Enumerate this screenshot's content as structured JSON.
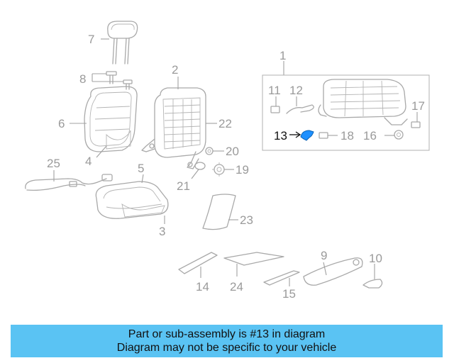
{
  "parts": {
    "p1": "1",
    "p2": "2",
    "p3": "3",
    "p4": "4",
    "p5": "5",
    "p6": "6",
    "p7": "7",
    "p8": "8",
    "p9": "9",
    "p10": "10",
    "p11": "11",
    "p12": "12",
    "p13": "13",
    "p14": "14",
    "p15": "15",
    "p16": "16",
    "p17": "17",
    "p18": "18",
    "p19": "19",
    "p20": "20",
    "p21": "21",
    "p22": "22",
    "p23": "23",
    "p24": "24",
    "p25": "25"
  },
  "highlight": {
    "part": "13",
    "color": "#1e90ff"
  },
  "banner": {
    "line1": "Part or sub-assembly is #13 in diagram",
    "line2": "Diagram may not be specific to your vehicle",
    "background": "#5ac3f3"
  },
  "colors": {
    "line": "#a9a9a9",
    "label": "#9a9a9a",
    "highlight_label": "#111111"
  }
}
